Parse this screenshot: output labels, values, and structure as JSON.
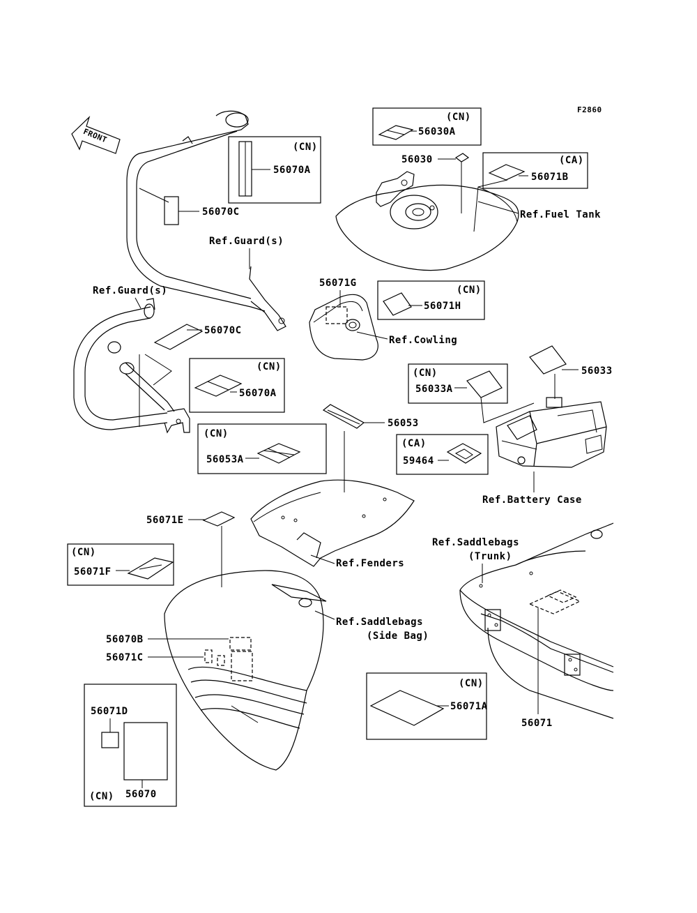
{
  "figure_code": "F2860",
  "front_label": "FRONT",
  "parts": {
    "p56030A": "56030A",
    "p56030": "56030",
    "p56071B": "56071B",
    "p56070A_top": "56070A",
    "p56070C_top": "56070C",
    "p56071G": "56071G",
    "p56071H": "56071H",
    "p56070C_mid": "56070C",
    "p56070A_mid": "56070A",
    "p56033": "56033",
    "p56033A": "56033A",
    "p56053": "56053",
    "p56053A": "56053A",
    "p59464": "59464",
    "p56071E": "56071E",
    "p56071F": "56071F",
    "p56070B": "56070B",
    "p56071C": "56071C",
    "p56071D": "56071D",
    "p56070": "56070",
    "p56071A": "56071A",
    "p56071": "56071"
  },
  "regions": {
    "cn": "(CN)",
    "ca": "(CA)"
  },
  "refs": {
    "fuel_tank": "Ref.Fuel Tank",
    "guard_top": "Ref.Guard(s)",
    "guard_left": "Ref.Guard(s)",
    "cowling": "Ref.Cowling",
    "battery_case": "Ref.Battery Case",
    "fenders": "Ref.Fenders",
    "saddlebags_trunk_1": "Ref.Saddlebags",
    "saddlebags_trunk_2": "(Trunk)",
    "saddlebags_side_1": "Ref.Saddlebags",
    "saddlebags_side_2": "(Side Bag)"
  }
}
